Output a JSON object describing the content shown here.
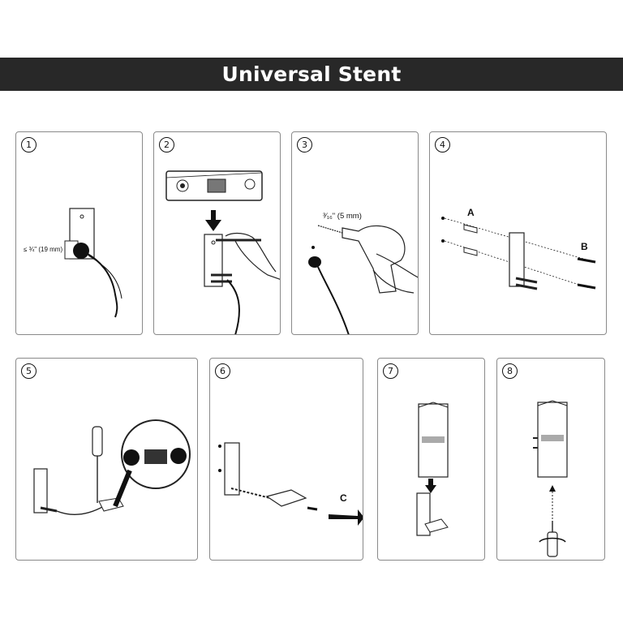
{
  "title": "Universal Stent",
  "steps": [
    {
      "number": "1",
      "label": "≤ ¾\" (19 mm)"
    },
    {
      "number": "2"
    },
    {
      "number": "3",
      "label": "³⁄₁₆\" (5 mm)"
    },
    {
      "number": "4",
      "label_a": "A",
      "label_b": "B"
    },
    {
      "number": "5"
    },
    {
      "number": "6",
      "label_c": "C"
    },
    {
      "number": "7"
    },
    {
      "number": "8"
    }
  ],
  "colors": {
    "banner": "#282828",
    "banner_text": "#ffffff",
    "border": "#8a8a8a",
    "ink": "#111111"
  }
}
